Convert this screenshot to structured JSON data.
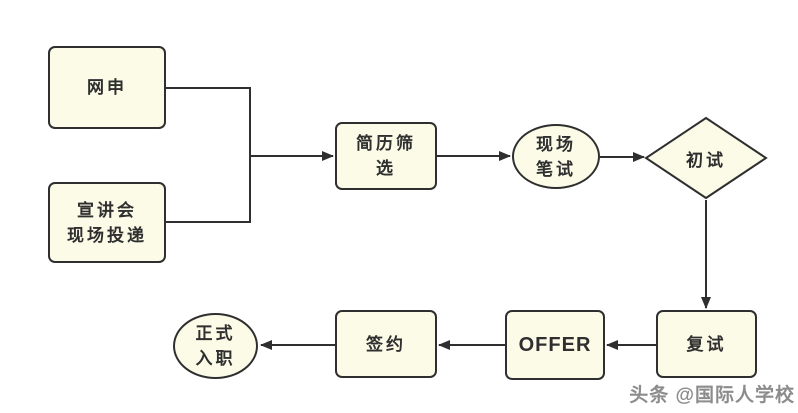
{
  "diagram": {
    "title_hint": "recruitment-process-flowchart",
    "colors": {
      "background": "#ffffff",
      "node_fill": "#fbfbe8",
      "node_border": "#2f2f2f",
      "arrow": "#2f2f2f",
      "label_text": "#2f2f2f",
      "watermark_text": "#8c8c8c"
    },
    "nodes": [
      {
        "id": "online-application",
        "shape": "rect",
        "label": "网申"
      },
      {
        "id": "career-fair-delivery",
        "shape": "rect",
        "label": "宣讲会\n现场投递"
      },
      {
        "id": "resume-screening",
        "shape": "rect",
        "label": "简历筛\n选"
      },
      {
        "id": "onsite-written-test",
        "shape": "ellipse",
        "label": "现场\n笔试"
      },
      {
        "id": "first-interview",
        "shape": "diamond",
        "label": "初试"
      },
      {
        "id": "second-interview",
        "shape": "rect",
        "label": "复试"
      },
      {
        "id": "offer",
        "shape": "rect",
        "label": "OFFER"
      },
      {
        "id": "sign-contract",
        "shape": "rect",
        "label": "签约"
      },
      {
        "id": "official-onboarding",
        "shape": "ellipse",
        "label": "正式\n入职"
      }
    ],
    "edges": [
      {
        "from": "online-application",
        "to": "resume-screening"
      },
      {
        "from": "career-fair-delivery",
        "to": "resume-screening"
      },
      {
        "from": "resume-screening",
        "to": "onsite-written-test"
      },
      {
        "from": "onsite-written-test",
        "to": "first-interview"
      },
      {
        "from": "first-interview",
        "to": "second-interview"
      },
      {
        "from": "second-interview",
        "to": "offer"
      },
      {
        "from": "offer",
        "to": "sign-contract"
      },
      {
        "from": "sign-contract",
        "to": "official-onboarding"
      }
    ]
  },
  "watermark": {
    "text": "头条 @国际人学校"
  }
}
